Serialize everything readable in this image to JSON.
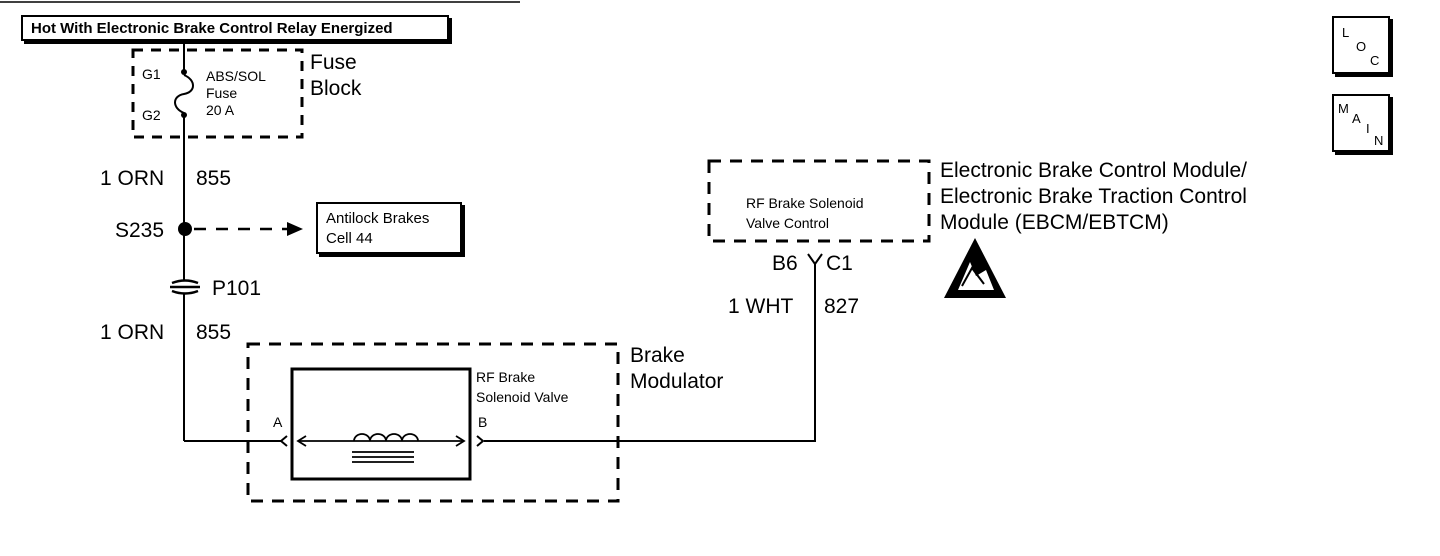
{
  "header": {
    "label": "Hot With Electronic Brake Control Relay Energized"
  },
  "nav": {
    "loc": {
      "letters": [
        "L",
        "O",
        "C"
      ]
    },
    "main": {
      "letters": [
        "M",
        "A",
        "I",
        "N"
      ]
    }
  },
  "fuse_block": {
    "title": "Fuse\nBlock",
    "terminal_top": "G1",
    "terminal_bottom": "G2",
    "fuse_label": "ABS/SOL\nFuse\n20 A"
  },
  "circuits": {
    "upper_wire": {
      "color": "1 ORN",
      "number": "855"
    },
    "lower_wire": {
      "color": "1 ORN",
      "number": "855"
    },
    "module_wire": {
      "color": "1 WHT",
      "number": "827"
    }
  },
  "splice": {
    "label": "S235"
  },
  "connector": {
    "label": "P101"
  },
  "reference": {
    "label": "Antilock Brakes\nCell 44"
  },
  "ebcm": {
    "title": "Electronic Brake Control Module/\nElectronic Brake Traction Control\nModule (EBCM/EBTCM)",
    "inner_label": "RF Brake Solenoid\nValve Control",
    "pin": "B6",
    "connector": "C1"
  },
  "modulator": {
    "title": "Brake\nModulator",
    "solenoid_label": "RF Brake\nSolenoid Valve",
    "pin_a": "A",
    "pin_b": "B"
  }
}
